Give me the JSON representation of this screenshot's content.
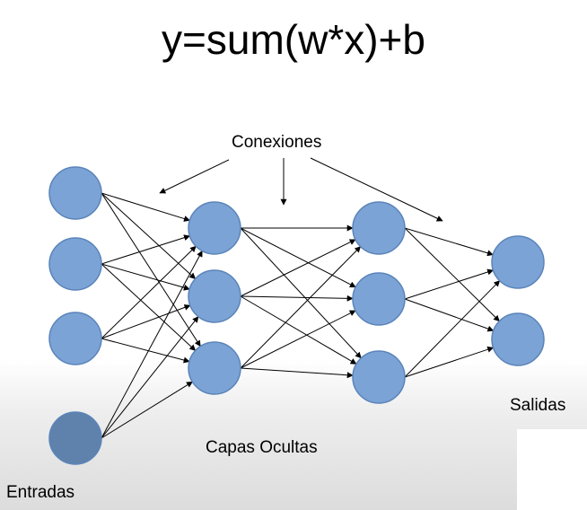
{
  "formula": "y=sum(w*x)+b",
  "labels": {
    "connections": "Conexiones",
    "hidden_layers": "Capas Ocultas",
    "outputs": "Salidas",
    "inputs": "Entradas"
  },
  "colors": {
    "node_fill": "#7ba3d6",
    "node_stroke": "#5b84b9",
    "input_last_fill": "#5f82ad",
    "edge": "#000000"
  },
  "network": {
    "layer_sizes": [
      4,
      3,
      3,
      2
    ]
  }
}
